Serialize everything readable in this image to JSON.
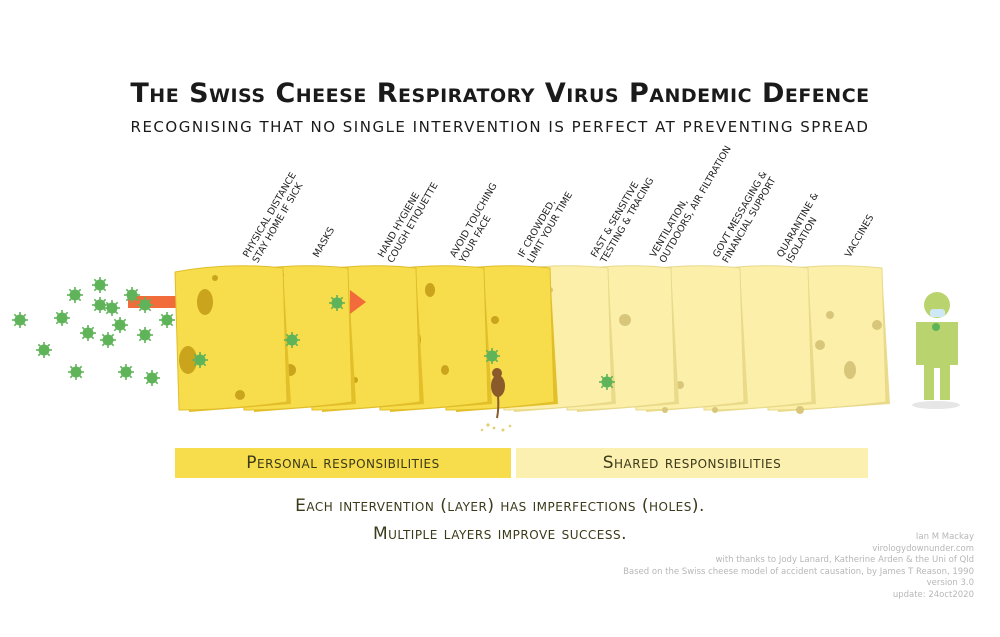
{
  "title": "The Swiss Cheese Respiratory Virus Pandemic Defence",
  "subtitle": "Recognising that no single intervention is perfect at preventing spread",
  "layers": [
    {
      "line1": "Physical distance",
      "line2": "stay home if sick"
    },
    {
      "line1": "Masks",
      "line2": ""
    },
    {
      "line1": "Hand hygiene",
      "line2": "cough etiquette"
    },
    {
      "line1": "Avoid touching",
      "line2": "your face"
    },
    {
      "line1": "If crowded,",
      "line2": "limit your time"
    },
    {
      "line1": "Fast & sensitive",
      "line2": "testing & tracing"
    },
    {
      "line1": "Ventilation,",
      "line2": "outdoors, air filtration"
    },
    {
      "line1": "Govt messaging &",
      "line2": "financial support"
    },
    {
      "line1": "Quarantine &",
      "line2": "isolation"
    },
    {
      "line1": "Vaccines",
      "line2": ""
    }
  ],
  "groups": {
    "personal": "Personal responsibilities",
    "shared": "Shared responsibilities"
  },
  "caption": {
    "line1": "Each intervention (layer) has imperfections (holes).",
    "line2": "Multiple layers improve success."
  },
  "credits": {
    "author": "Ian M Mackay",
    "site": "virologydownunder.com",
    "thanks": "with thanks to Jody Lanard, Katherine Arden & the Uni of Qld",
    "based_on": "Based on the Swiss cheese model of accident causation, by James T Reason, 1990",
    "version": "version 3.0",
    "update": "update: 24oct2020"
  },
  "colors": {
    "personal_cheese": "#f7dd4b",
    "shared_cheese": "#fbefaa",
    "personal_bar": "#f7dd4b",
    "shared_bar": "#fbf0b0",
    "virus": "#5fb359",
    "arrow": "#f26b3a",
    "person": "#b9d46e"
  },
  "icons": {
    "virus": "virus-icon",
    "arrow": "arrow-icon",
    "mouse": "mouse-icon",
    "person": "person-icon"
  }
}
